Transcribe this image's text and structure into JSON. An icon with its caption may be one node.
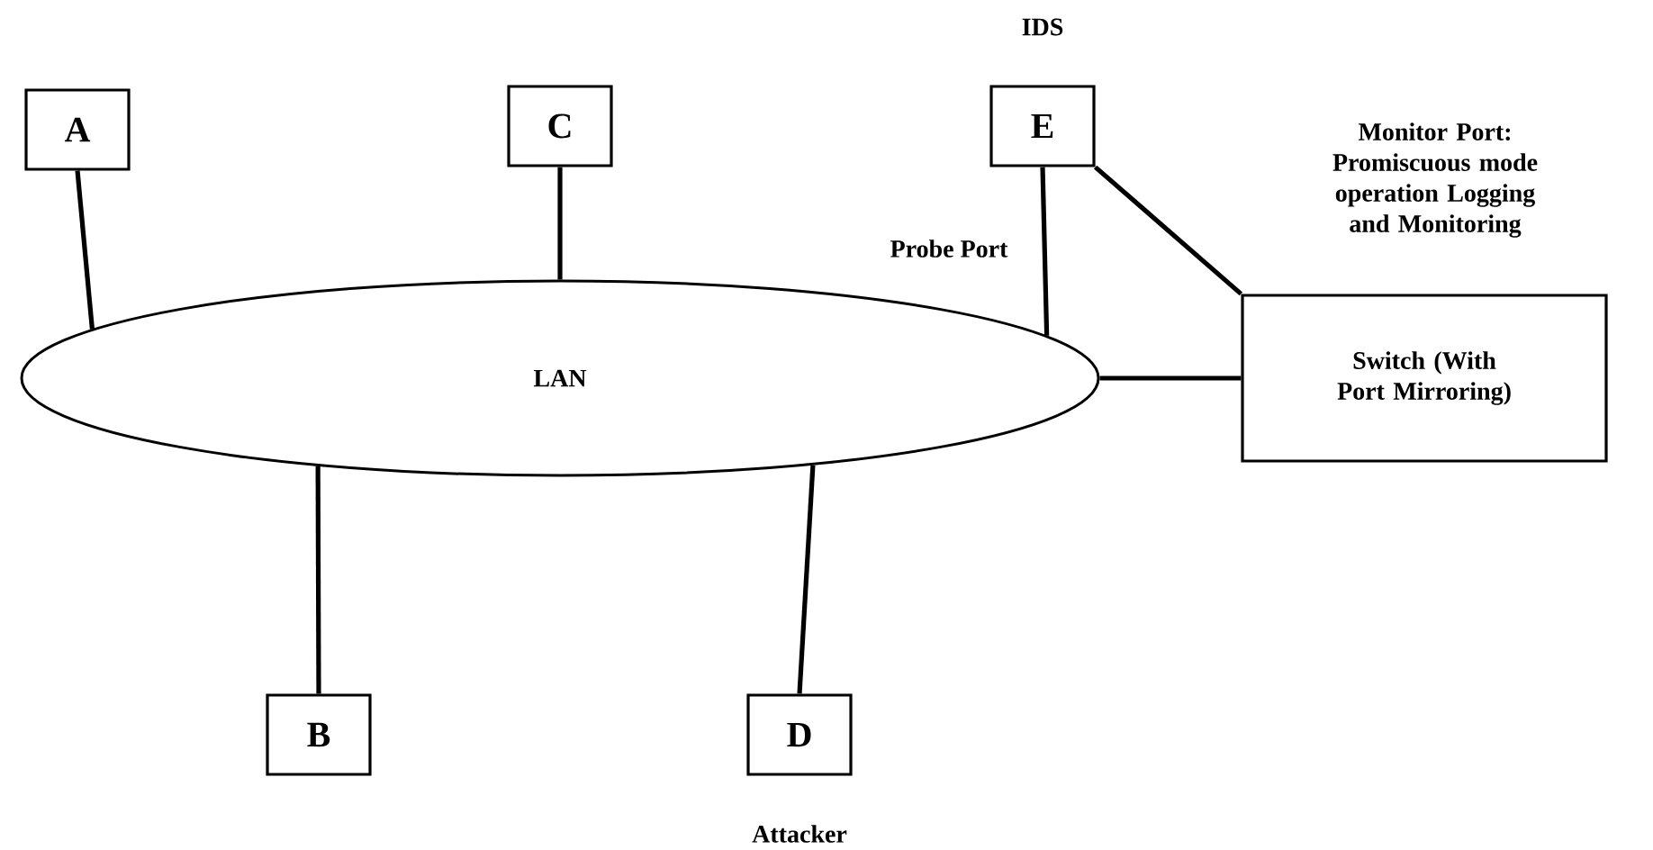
{
  "diagram": {
    "nodes": [
      {
        "text": [
          "A"
        ]
      },
      {
        "text": [
          "C"
        ]
      },
      {
        "text": [
          "E"
        ],
        "beside": [
          "IDS"
        ]
      },
      {
        "text": [
          "LAN"
        ]
      },
      {
        "text": [
          "Switch (With Port Mirroring)"
        ]
      },
      {
        "text": [
          "B"
        ]
      },
      {
        "text": [
          "D"
        ],
        "beside": [
          "Attacker"
        ]
      }
    ],
    "edges": [
      {
        "from": 0,
        "to": 3,
        "arrow": "none"
      },
      {
        "from": 1,
        "to": 3,
        "arrow": "none"
      },
      {
        "from": 2,
        "to": 3,
        "arrow": "none",
        "label": "Probe Port"
      },
      {
        "from": 2,
        "to": 4,
        "arrow": "none",
        "label": "Monitor Port: Promiscuous mode operation Logging and Monitoring"
      },
      {
        "from": 3,
        "to": 4,
        "arrow": "none"
      },
      {
        "from": 5,
        "to": 3,
        "arrow": "none"
      },
      {
        "from": 6,
        "to": 3,
        "arrow": "none"
      }
    ]
  }
}
